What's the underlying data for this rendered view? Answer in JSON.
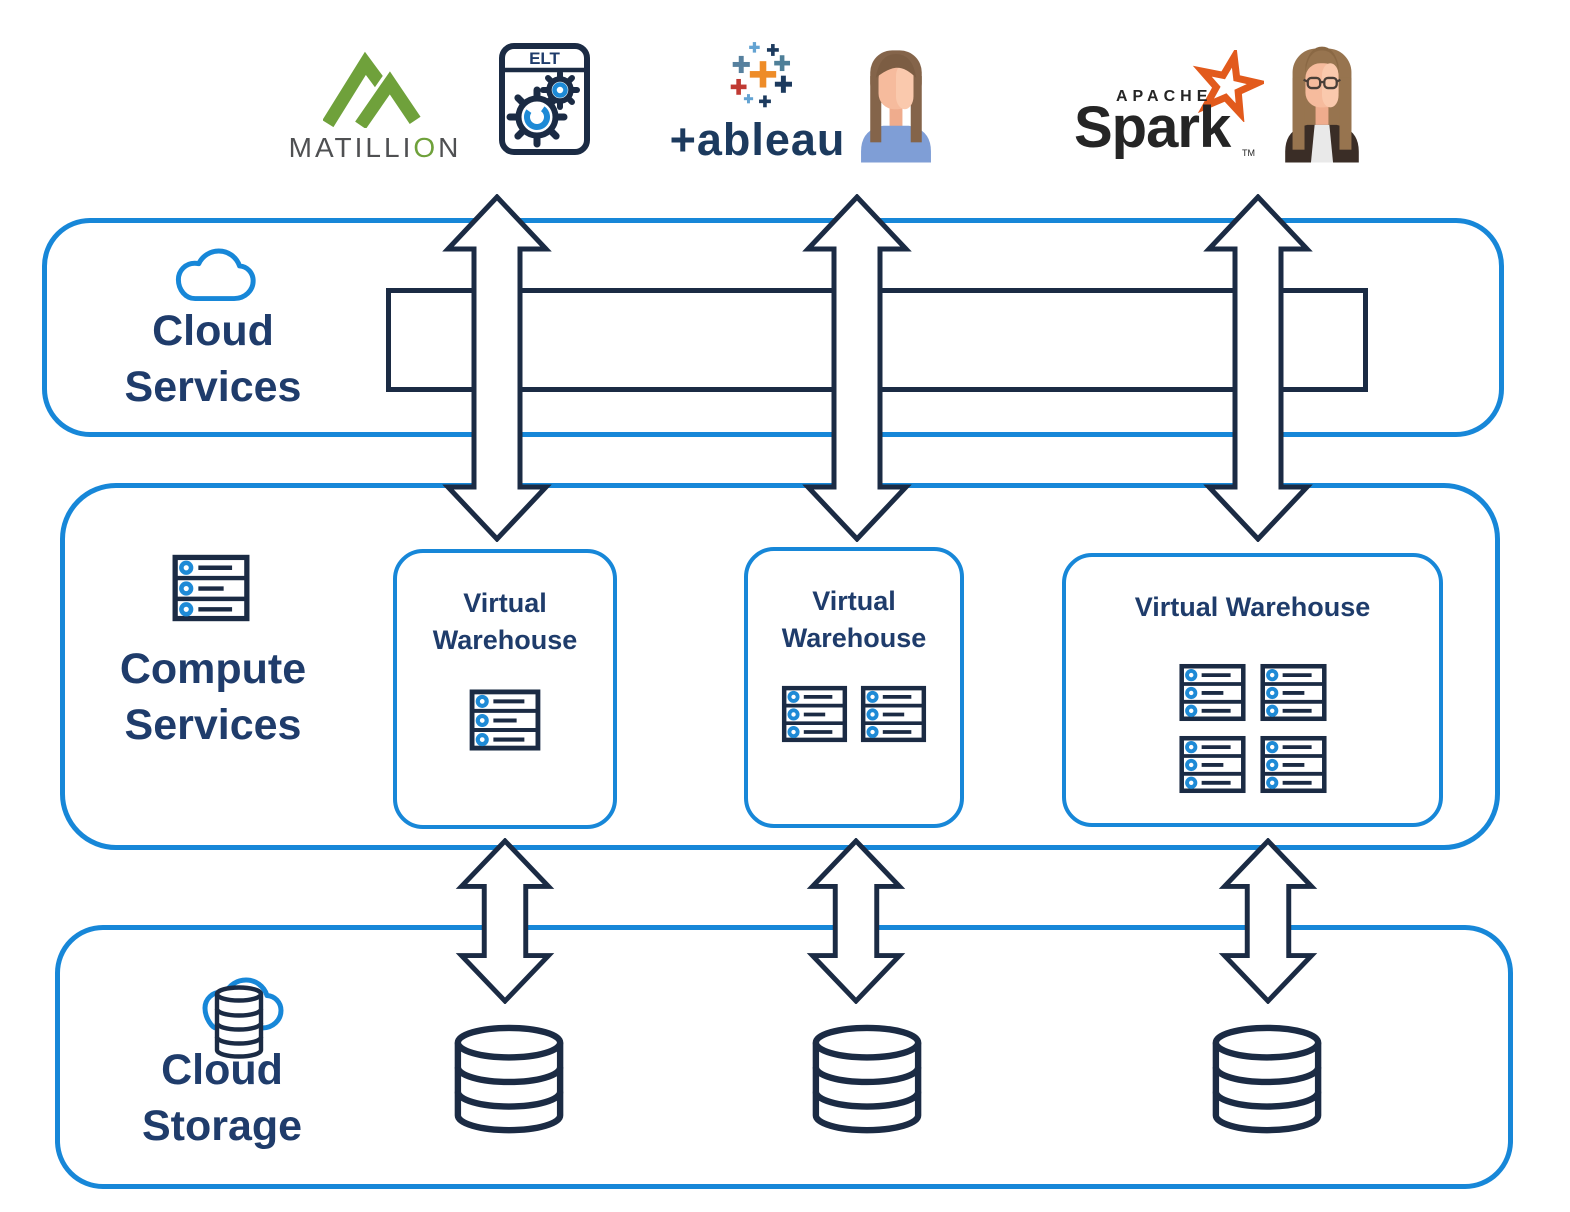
{
  "logos": {
    "matillion": {
      "parts": [
        "MATILLI",
        "O",
        "N"
      ]
    },
    "elt_badge": {
      "label": "ELT"
    },
    "tableau": {
      "wordmark": "+ableau"
    },
    "apache_spark": {
      "apache": "APACHE",
      "spark": "Spark",
      "tm": "TM"
    }
  },
  "layers": {
    "cloud_services": {
      "lines": [
        "Cloud",
        "Services"
      ]
    },
    "compute_services": {
      "lines": [
        "Compute",
        "Services"
      ]
    },
    "cloud_storage": {
      "lines": [
        "Cloud",
        "Storage"
      ]
    }
  },
  "warehouses": [
    {
      "label": "Virtual Warehouse",
      "servers": 1
    },
    {
      "label": "Virtual Warehouse",
      "servers": 2
    },
    {
      "label": "Virtual Warehouse",
      "servers": 4
    }
  ],
  "storage_databases": 3,
  "colors": {
    "accent_blue": "#1787d8",
    "dark_navy": "#1b2b44",
    "navy_text": "#1f3c6b",
    "icon_blue": "#1e8ad6",
    "matillion_green": "#6fa13b",
    "matillion_gray": "#4f5052",
    "tableau_navy": "#1c3a5e",
    "spark_orange": "#e25a1c",
    "spark_black": "#252525"
  }
}
